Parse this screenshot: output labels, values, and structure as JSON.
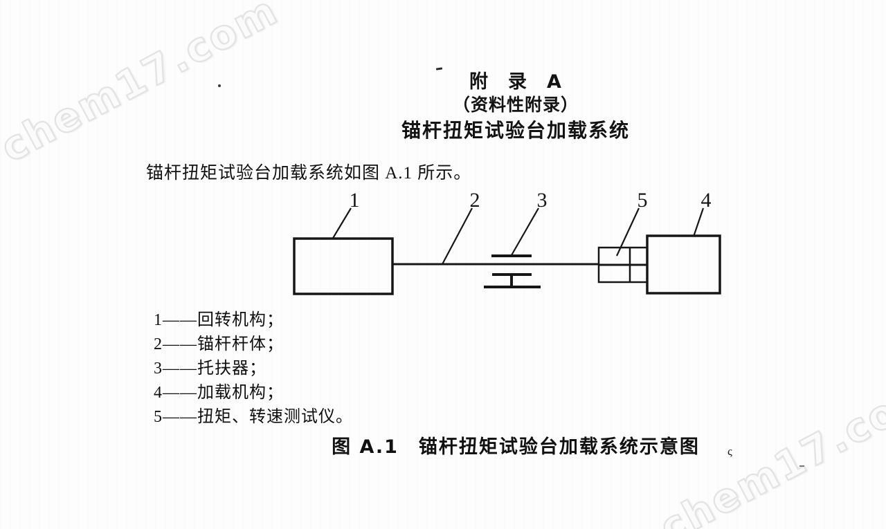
{
  "watermark": {
    "text": "chem17.com",
    "color": "#e3e3e3"
  },
  "appendix": {
    "heading": "附　录　A",
    "subheading": "（资料性附录）",
    "title": "锚杆扭矩试验台加载系统"
  },
  "body": {
    "paragraph": "锚杆扭矩试验台加载系统如图 A.1 所示。"
  },
  "figure": {
    "labels": {
      "l1": "1",
      "l2": "2",
      "l3": "3",
      "l5": "5",
      "l4": "4"
    },
    "legend": [
      "1——回转机构；",
      "2——锚杆杆体；",
      "3——托扶器；",
      "4——加载机构；",
      "5——扭矩、转速测试仪。"
    ],
    "caption": "图 A.1　锚杆扭矩试验台加载系统示意图"
  }
}
